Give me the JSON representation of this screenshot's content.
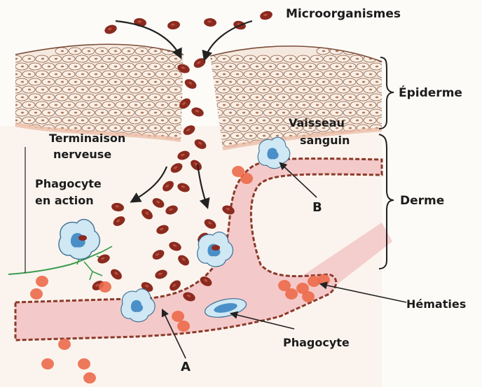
{
  "labels": {
    "microorganisms": "Microorganismes",
    "epidermis": "Épiderme",
    "blood_vessel_line1": "Vaisseau",
    "blood_vessel_line2": "sanguin",
    "nerve_ending_line1": "Terminaison",
    "nerve_ending_line2": "nerveuse",
    "phagocyte_action_line1": "Phagocyte",
    "phagocyte_action_line2": "en action",
    "dermis": "Derme",
    "marker_b": "B",
    "red_blood_cells": "Hématies",
    "phagocyte": "Phagocyte",
    "marker_a": "A"
  },
  "colors": {
    "microbe": "#8b2a1e",
    "epidermis_fill": "#f5e9df",
    "cell_outline": "#8a5b43",
    "vessel_fill": "#f4c9c9",
    "vessel_wall": "#8b3a2a",
    "red_blood_cell": "#ec6a4a",
    "phagocyte_fill": "#cfe8f3",
    "phagocyte_nucleus": "#4a8fc7",
    "nerve": "#3a9b4e"
  }
}
